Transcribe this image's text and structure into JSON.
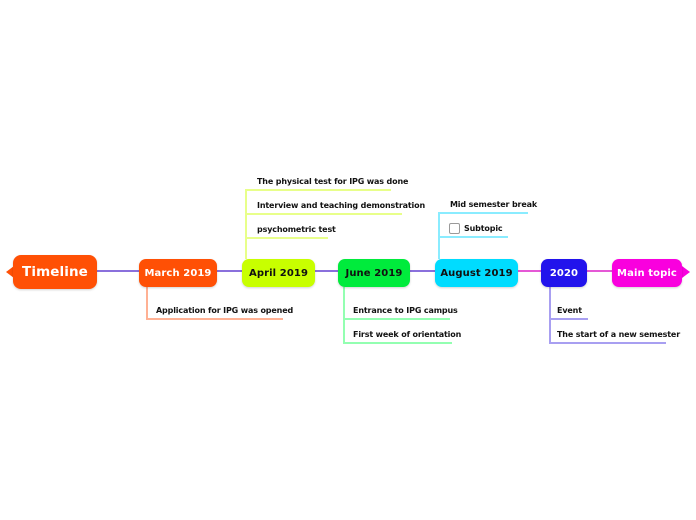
{
  "canvas": {
    "background": "#ffffff"
  },
  "mindmap": {
    "root": {
      "label": "Timeline",
      "fill": "#FF5005",
      "text_color": "#ffffff"
    },
    "nodes": [
      {
        "label": "March 2019",
        "fill": "#FF5005",
        "text_color": "#ffffff",
        "branch_color": "#FFB194"
      },
      {
        "label": "April 2019",
        "fill": "#C8FF00",
        "text_color": "#111111",
        "branch_color": "#E8FF8A"
      },
      {
        "label": "June 2019",
        "fill": "#00EB3C",
        "text_color": "#111111",
        "branch_color": "#93FFB1"
      },
      {
        "label": "August 2019",
        "fill": "#00DCFF",
        "text_color": "#111111",
        "branch_color": "#8AECFF"
      },
      {
        "label": "2020",
        "fill": "#2213EC",
        "text_color": "#ffffff",
        "branch_color": "#A89FF1"
      },
      {
        "label": "Main topic",
        "fill": "#F900DE",
        "text_color": "#ffffff"
      }
    ],
    "subtopics": {
      "march_below": [
        "Application for IPG was opened"
      ],
      "april_above": [
        "The physical test for IPG was done",
        "Interview and teaching demonstration",
        "psychometric test"
      ],
      "june_below": [
        "Entrance to IPG campus",
        "First week of orientation"
      ],
      "august_above": [
        "Mid semester break",
        "Subtopic"
      ],
      "y2020_below": [
        "Event",
        "The start of a new semester"
      ]
    },
    "icons": {
      "august_subtopic_checkbox": "empty-checkbox"
    },
    "connectors": {
      "spine_left_color": "#8A70DC",
      "spine_right_color": "#E558D6"
    }
  }
}
